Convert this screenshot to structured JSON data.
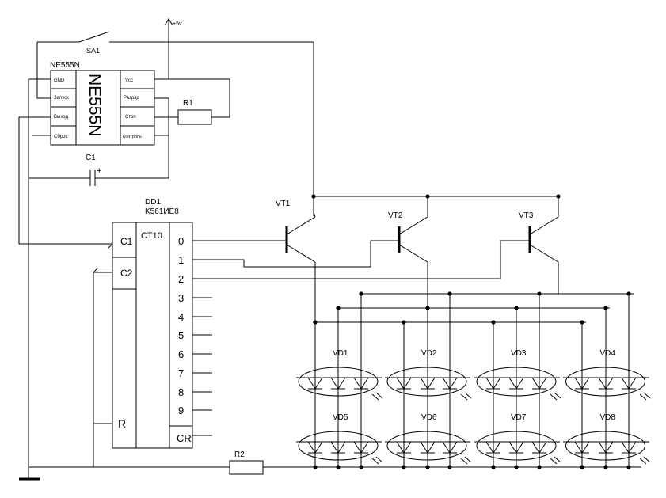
{
  "power": {
    "vcc_label": "+5v"
  },
  "switch": {
    "label": "SA1"
  },
  "timer": {
    "ref": "NE555N",
    "body_label": "NE555N",
    "pins_left": [
      "GND",
      "Запуск",
      "Выход",
      "Сброс"
    ],
    "pins_right": [
      "Vcc",
      "Разряд",
      "Стоп",
      "Контроль"
    ]
  },
  "resistors": {
    "r1": "R1",
    "r2": "R2"
  },
  "capacitor": {
    "label": "C1",
    "polarity": "+"
  },
  "counter": {
    "ref": "DD1",
    "part": "K561ИЕ8",
    "type_label": "CT10",
    "inputs": [
      "C1",
      "C2",
      "R"
    ],
    "outputs": [
      "0",
      "1",
      "2",
      "3",
      "4",
      "5",
      "6",
      "7",
      "8",
      "9"
    ],
    "carry_label": "CR"
  },
  "transistors": [
    "VT1",
    "VT2",
    "VT3"
  ],
  "led_groups_top": [
    "VD1",
    "VD2",
    "VD3",
    "VD4"
  ],
  "led_groups_bottom": [
    "VD5",
    "VD6",
    "VD7",
    "VD8"
  ]
}
